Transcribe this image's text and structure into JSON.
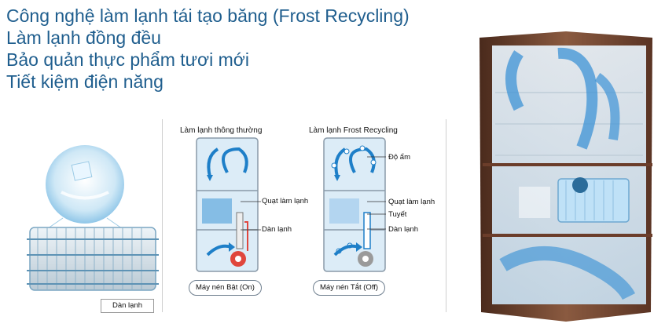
{
  "headline": {
    "line1": "Công nghệ làm lạnh tái tạo băng (Frost Recycling)",
    "line2": "Làm lạnh đồng đều",
    "line3": "Bảo quản thực phẩm tươi mới",
    "line4": "Tiết kiệm điện năng"
  },
  "left_illustration": {
    "caption": "Dàn lạnh"
  },
  "diagram_normal": {
    "title": "Làm lạnh thông thường",
    "fan_label": "Quạt làm lạnh",
    "evaporator_label": "Dàn lạnh",
    "compressor_status": "Máy nén Bật (On)"
  },
  "diagram_frost": {
    "title": "Làm lạnh Frost Recycling",
    "humidity_label": "Độ ẩm",
    "fan_label": "Quạt làm lạnh",
    "frost_label": "Tuyết",
    "evaporator_label": "Dàn lạnh",
    "compressor_status": "Máy nén Tắt (Off)"
  },
  "colors": {
    "headline": "#1f5e8e",
    "air_flow": "#1e7fc8",
    "compressor_on": "#e0463c",
    "compressor_off": "#9a9a9a",
    "fridge_body": "#6b3d2a"
  }
}
